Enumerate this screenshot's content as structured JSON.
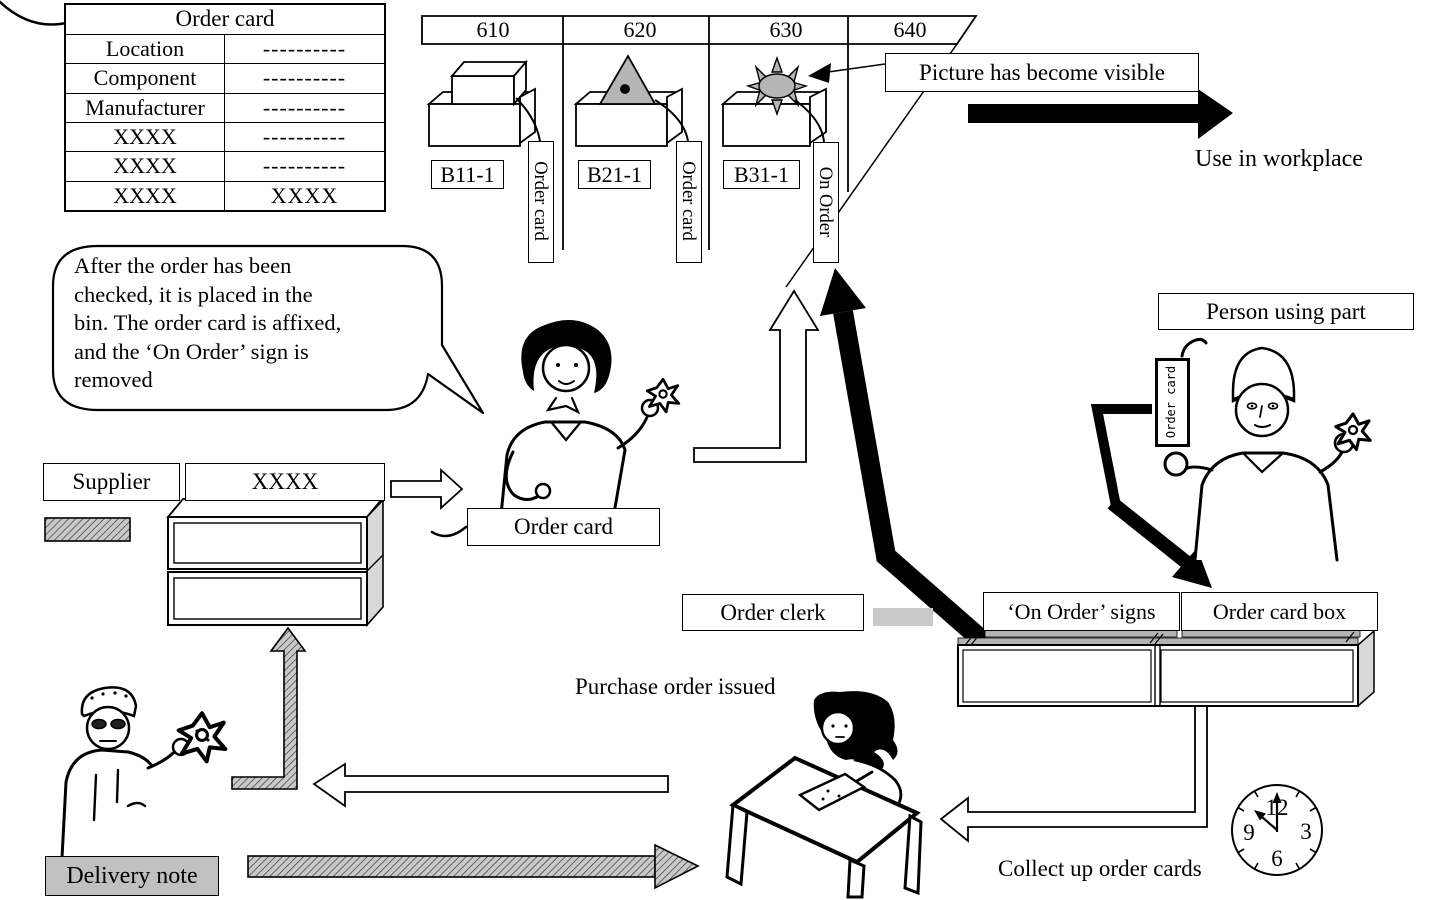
{
  "colors": {
    "hatch_gray": "#c9c9c9",
    "label_gray": "#c0c0c0",
    "rim_gray": "#b3b3b3",
    "side_gray": "#d8d8d8",
    "item_gray": "#b5b5b5"
  },
  "order_card_table": {
    "title": "Order card",
    "rows": [
      {
        "label": "Location",
        "value": "----------"
      },
      {
        "label": "Component",
        "value": "----------"
      },
      {
        "label": "Manufacturer",
        "value": "----------"
      },
      {
        "label": "XXXX",
        "value": "----------"
      },
      {
        "label": "XXXX",
        "value": "----------"
      },
      {
        "label": "XXXX",
        "value": "XXXX"
      }
    ]
  },
  "shelf": {
    "columns": [
      {
        "number": "610",
        "bin_label": "B11-1",
        "tag": "Order card"
      },
      {
        "number": "620",
        "bin_label": "B21-1",
        "tag": "Order card"
      },
      {
        "number": "630",
        "bin_label": "B31-1",
        "tag": "On Order"
      },
      {
        "number": "640",
        "bin_label": "",
        "tag": ""
      }
    ]
  },
  "callouts": {
    "picture_visible": "Picture has become visible",
    "use_in_workplace": "Use in workplace",
    "purchase_order_issued": "Purchase order issued",
    "collect_order_cards": "Collect up order cards"
  },
  "speech_bubble": {
    "lines": [
      "After the order has been",
      "checked, it is placed in the",
      "bin. The order card is affixed,",
      "and the ‘On Order’ sign is",
      "removed"
    ]
  },
  "labels": {
    "supplier": "Supplier",
    "supplier_rack": "XXXX",
    "order_card": "Order card",
    "order_clerk": "Order clerk",
    "person_using_part": "Person using part",
    "on_order_signs": "‘On Order’ signs",
    "order_card_box": "Order card box",
    "delivery_note": "Delivery note",
    "held_tag": "Order card"
  },
  "clock": {
    "n12": "12",
    "n3": "3",
    "n6": "6",
    "n9": "9"
  }
}
